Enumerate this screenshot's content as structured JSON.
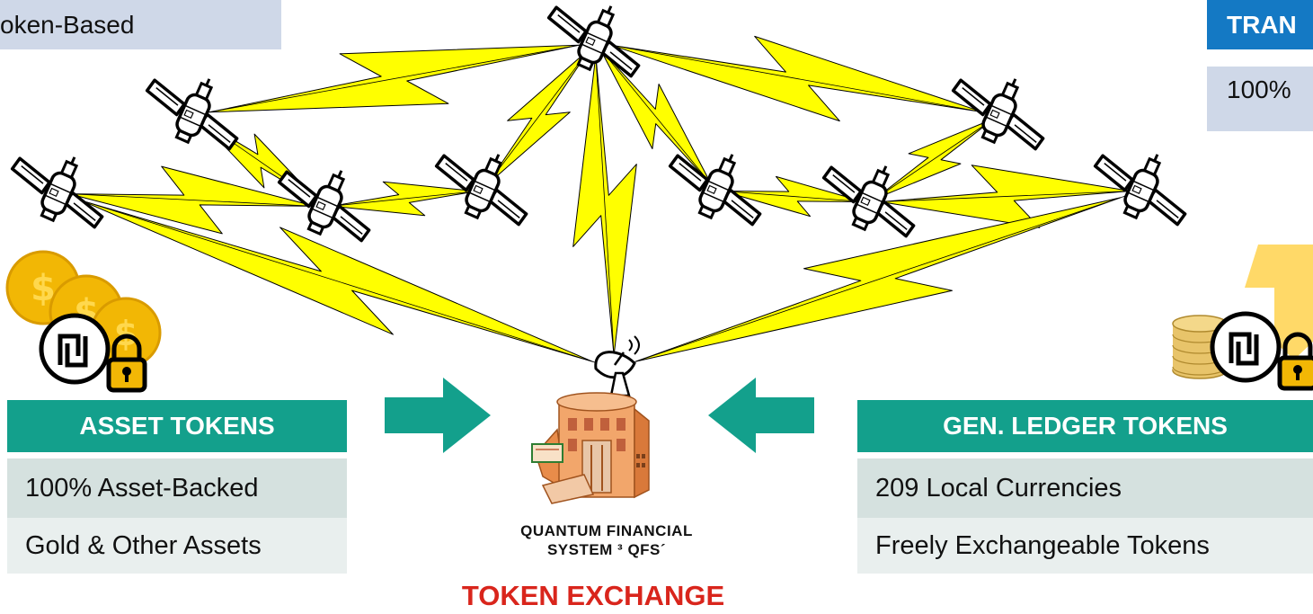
{
  "top_left_box": {
    "text": "oken-Based"
  },
  "top_right_box": {
    "header": "TRAN",
    "row": "100%"
  },
  "asset_tokens": {
    "header": "ASSET TOKENS",
    "rows": [
      "100% Asset-Backed",
      "Gold & Other Assets"
    ]
  },
  "ledger_tokens": {
    "header": "GEN. LEDGER TOKENS",
    "rows": [
      "209 Local Currencies",
      "Freely Exchangeable Tokens"
    ]
  },
  "qfs_caption": {
    "line1": "QUANTUM FINANCIAL",
    "line2": "SYSTEM ³  QFS´"
  },
  "exchange_title": "TOKEN EXCHANGE",
  "icons": [
    "satellite-icon",
    "lightning-link-icon",
    "satellite-dish-icon",
    "bank-building-icon",
    "dollar-coins-icon",
    "coin-stack-icon",
    "shekel-lock-icon",
    "down-arrow-icon",
    "right-arrow-icon",
    "left-arrow-icon"
  ],
  "colors": {
    "teal": "#13a08c",
    "blue": "#1479c4",
    "lightning": "#ffff00",
    "title_red": "#d9251c",
    "gold": "#f2b705",
    "building": "#f2a66b"
  }
}
